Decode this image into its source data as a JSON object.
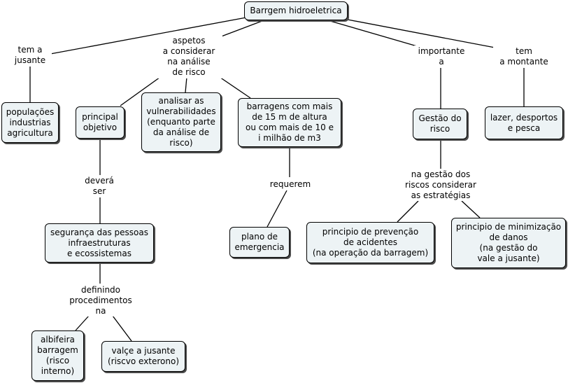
{
  "concepts": {
    "root": "Barrgem hidroeletrica",
    "populacoes": "populações\nindustrias\nagricultura",
    "principal_objetivo": "principal\nobjetivo",
    "analisar": "analisar as\nvulnerabilidades\n(enquanto parte\nda análise de\nrisco)",
    "barragens": "barragens com mais\nde 15 m de altura\nou com mais de 10 e\ni milhão de m3",
    "gestao": "Gestão do\nrisco",
    "lazer": "lazer, desportos\ne pesca",
    "seguranca": "segurança das pessoas\ninfraestruturas\ne ecossistemas",
    "plano": "plano de\nemergencia",
    "prevencao": "principio de prevenção\nde acidentes\n(na operação da barragem)",
    "minimizacao": "principio de minimização\nde danos\n(na gestão do\nvale a jusante)",
    "albifeira": "albifeira\nbarragem\n(risco\ninterno)",
    "valce": "valçe a jusante\n(riscvo exterono)"
  },
  "links": {
    "tem_jusante": "tem a\njusante",
    "aspetos": "aspetos\na considerar\nna análise\nde risco",
    "importante": "importante\na",
    "tem_montante": "tem\na montante",
    "devera": "deverá\nser",
    "requerem": "requerem",
    "na_gestao": "na gestão dos\nriscos considerar\nas estratégias",
    "definindo": "definindo\nprocedimentos\nna"
  },
  "colors": {
    "node_fill": "#edf3f5",
    "node_border": "#000000",
    "line": "#000000"
  }
}
